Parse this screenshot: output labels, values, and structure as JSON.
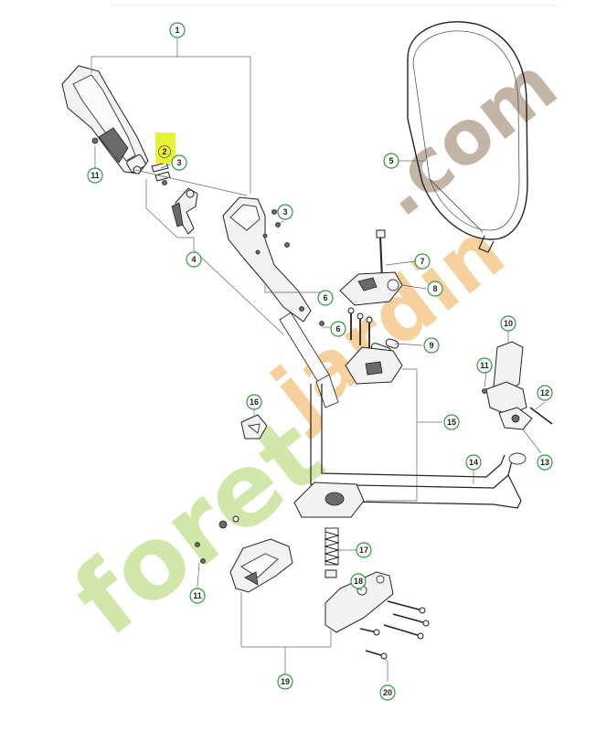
{
  "diagram": {
    "callouts": [
      {
        "id": "c1",
        "label": "1"
      },
      {
        "id": "c2",
        "label": "2"
      },
      {
        "id": "c3a",
        "label": "3"
      },
      {
        "id": "c3b",
        "label": "3"
      },
      {
        "id": "c4",
        "label": "4"
      },
      {
        "id": "c5",
        "label": "5"
      },
      {
        "id": "c6a",
        "label": "6"
      },
      {
        "id": "c6b",
        "label": "6"
      },
      {
        "id": "c7",
        "label": "7"
      },
      {
        "id": "c8",
        "label": "8"
      },
      {
        "id": "c9",
        "label": "9"
      },
      {
        "id": "c10",
        "label": "10"
      },
      {
        "id": "c11a",
        "label": "11"
      },
      {
        "id": "c11b",
        "label": "11"
      },
      {
        "id": "c11c",
        "label": "11"
      },
      {
        "id": "c12",
        "label": "12"
      },
      {
        "id": "c13",
        "label": "13"
      },
      {
        "id": "c14",
        "label": "14"
      },
      {
        "id": "c15",
        "label": "15"
      },
      {
        "id": "c16",
        "label": "16"
      },
      {
        "id": "c17",
        "label": "17"
      },
      {
        "id": "c18",
        "label": "18"
      },
      {
        "id": "c19",
        "label": "19"
      },
      {
        "id": "c20",
        "label": "20"
      }
    ],
    "highlighted_callout": "2"
  },
  "watermark": {
    "foret": "foret",
    "jardin": "jardin",
    "dotcom": ".com"
  },
  "colors": {
    "callout_ring": "#2e9a3c",
    "highlight": "#e6f23a",
    "watermark_green": "#c9e39a",
    "watermark_orange": "#f5c98c",
    "watermark_brown": "#b8a896"
  }
}
